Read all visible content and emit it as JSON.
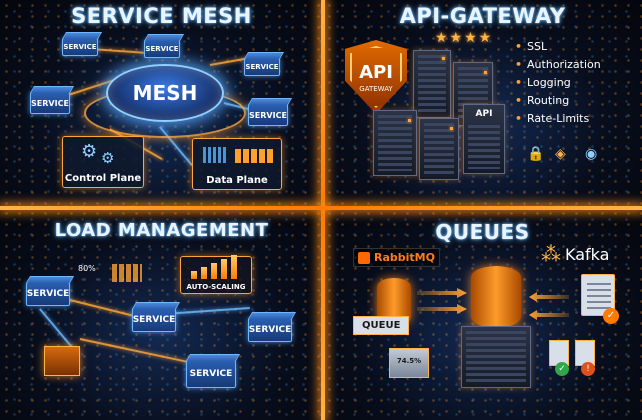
{
  "panels": {
    "service_mesh": {
      "title": "SERVICE MESH",
      "hub_label": "MESH",
      "services": [
        "SERVICE",
        "SERVICE",
        "SERVICE",
        "SERVICE",
        "SERVICE"
      ],
      "control_plane": "Control Plane",
      "data_plane": "Data Plane"
    },
    "api_gateway": {
      "title": "API-GATEWAY",
      "shield_big": "API",
      "shield_small": "GATEWAY",
      "server_label": "API",
      "features": [
        "SSL",
        "Authorization",
        "Logging",
        "Routing",
        "Rate-Limits"
      ]
    },
    "load_management": {
      "title": "LOAD MANAGEMENT",
      "percent": "80%",
      "autoscaling": "AUTO-SCALING",
      "services": [
        "SERVICE",
        "SERVICE",
        "SERVICE",
        "SERVICE"
      ]
    },
    "queues": {
      "title": "QUEUES",
      "rabbitmq": "RabbitMQ",
      "kafka": "Kafka",
      "queue_label": "QUEUE",
      "percent": "74.5%"
    }
  },
  "colors": {
    "accent": "#ff8a00",
    "glow_blue": "#5ab4ff",
    "title": "#eaf4ff"
  },
  "icons": {
    "stars": "star-icon",
    "lock": "lock-icon",
    "gear": "gear-icon",
    "kafka": "kafka-icon",
    "rabbit": "rabbit-icon"
  }
}
